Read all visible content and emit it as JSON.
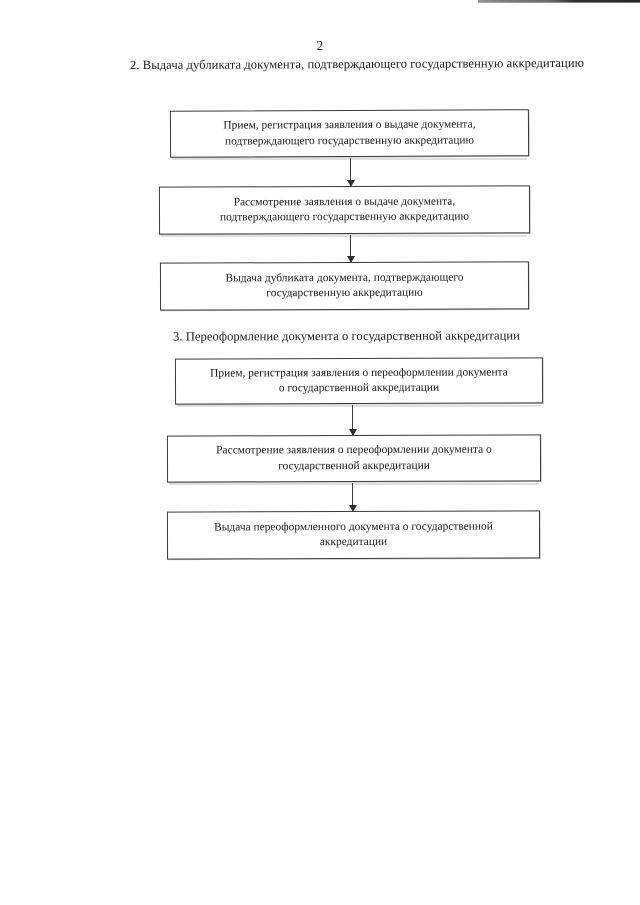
{
  "document": {
    "page_number": "2",
    "sections": [
      {
        "heading": "2. Выдача дубликата документа, подтверждающего государственную аккредитацию",
        "steps": [
          {
            "line1": "Прием, регистрация заявления о выдаче документа,",
            "line2": "подтверждающего государственную аккредитацию"
          },
          {
            "line1": "Рассмотрение заявления о выдаче документа,",
            "line2": "подтверждающего государственную аккредитацию"
          },
          {
            "line1": "Выдача дубликата документа, подтверждающего",
            "line2": "государственную аккредитацию"
          }
        ]
      },
      {
        "heading": "3.   Переоформление документа о государственной аккредитации",
        "steps": [
          {
            "line1": "Прием, регистрация заявления о переоформлении документа",
            "line2": "о государственной аккредитации"
          },
          {
            "line1": "Рассмотрение заявления о переоформлении документа о",
            "line2": "государственной аккредитации"
          },
          {
            "line1": "Выдача переоформленного документа о государственной",
            "line2": "аккредитации"
          }
        ]
      }
    ],
    "colors": {
      "ink": "#1c1c1c",
      "box_border": "#3a3a3a",
      "arrow": "#3b3b3b",
      "paper": "#ffffff"
    }
  }
}
